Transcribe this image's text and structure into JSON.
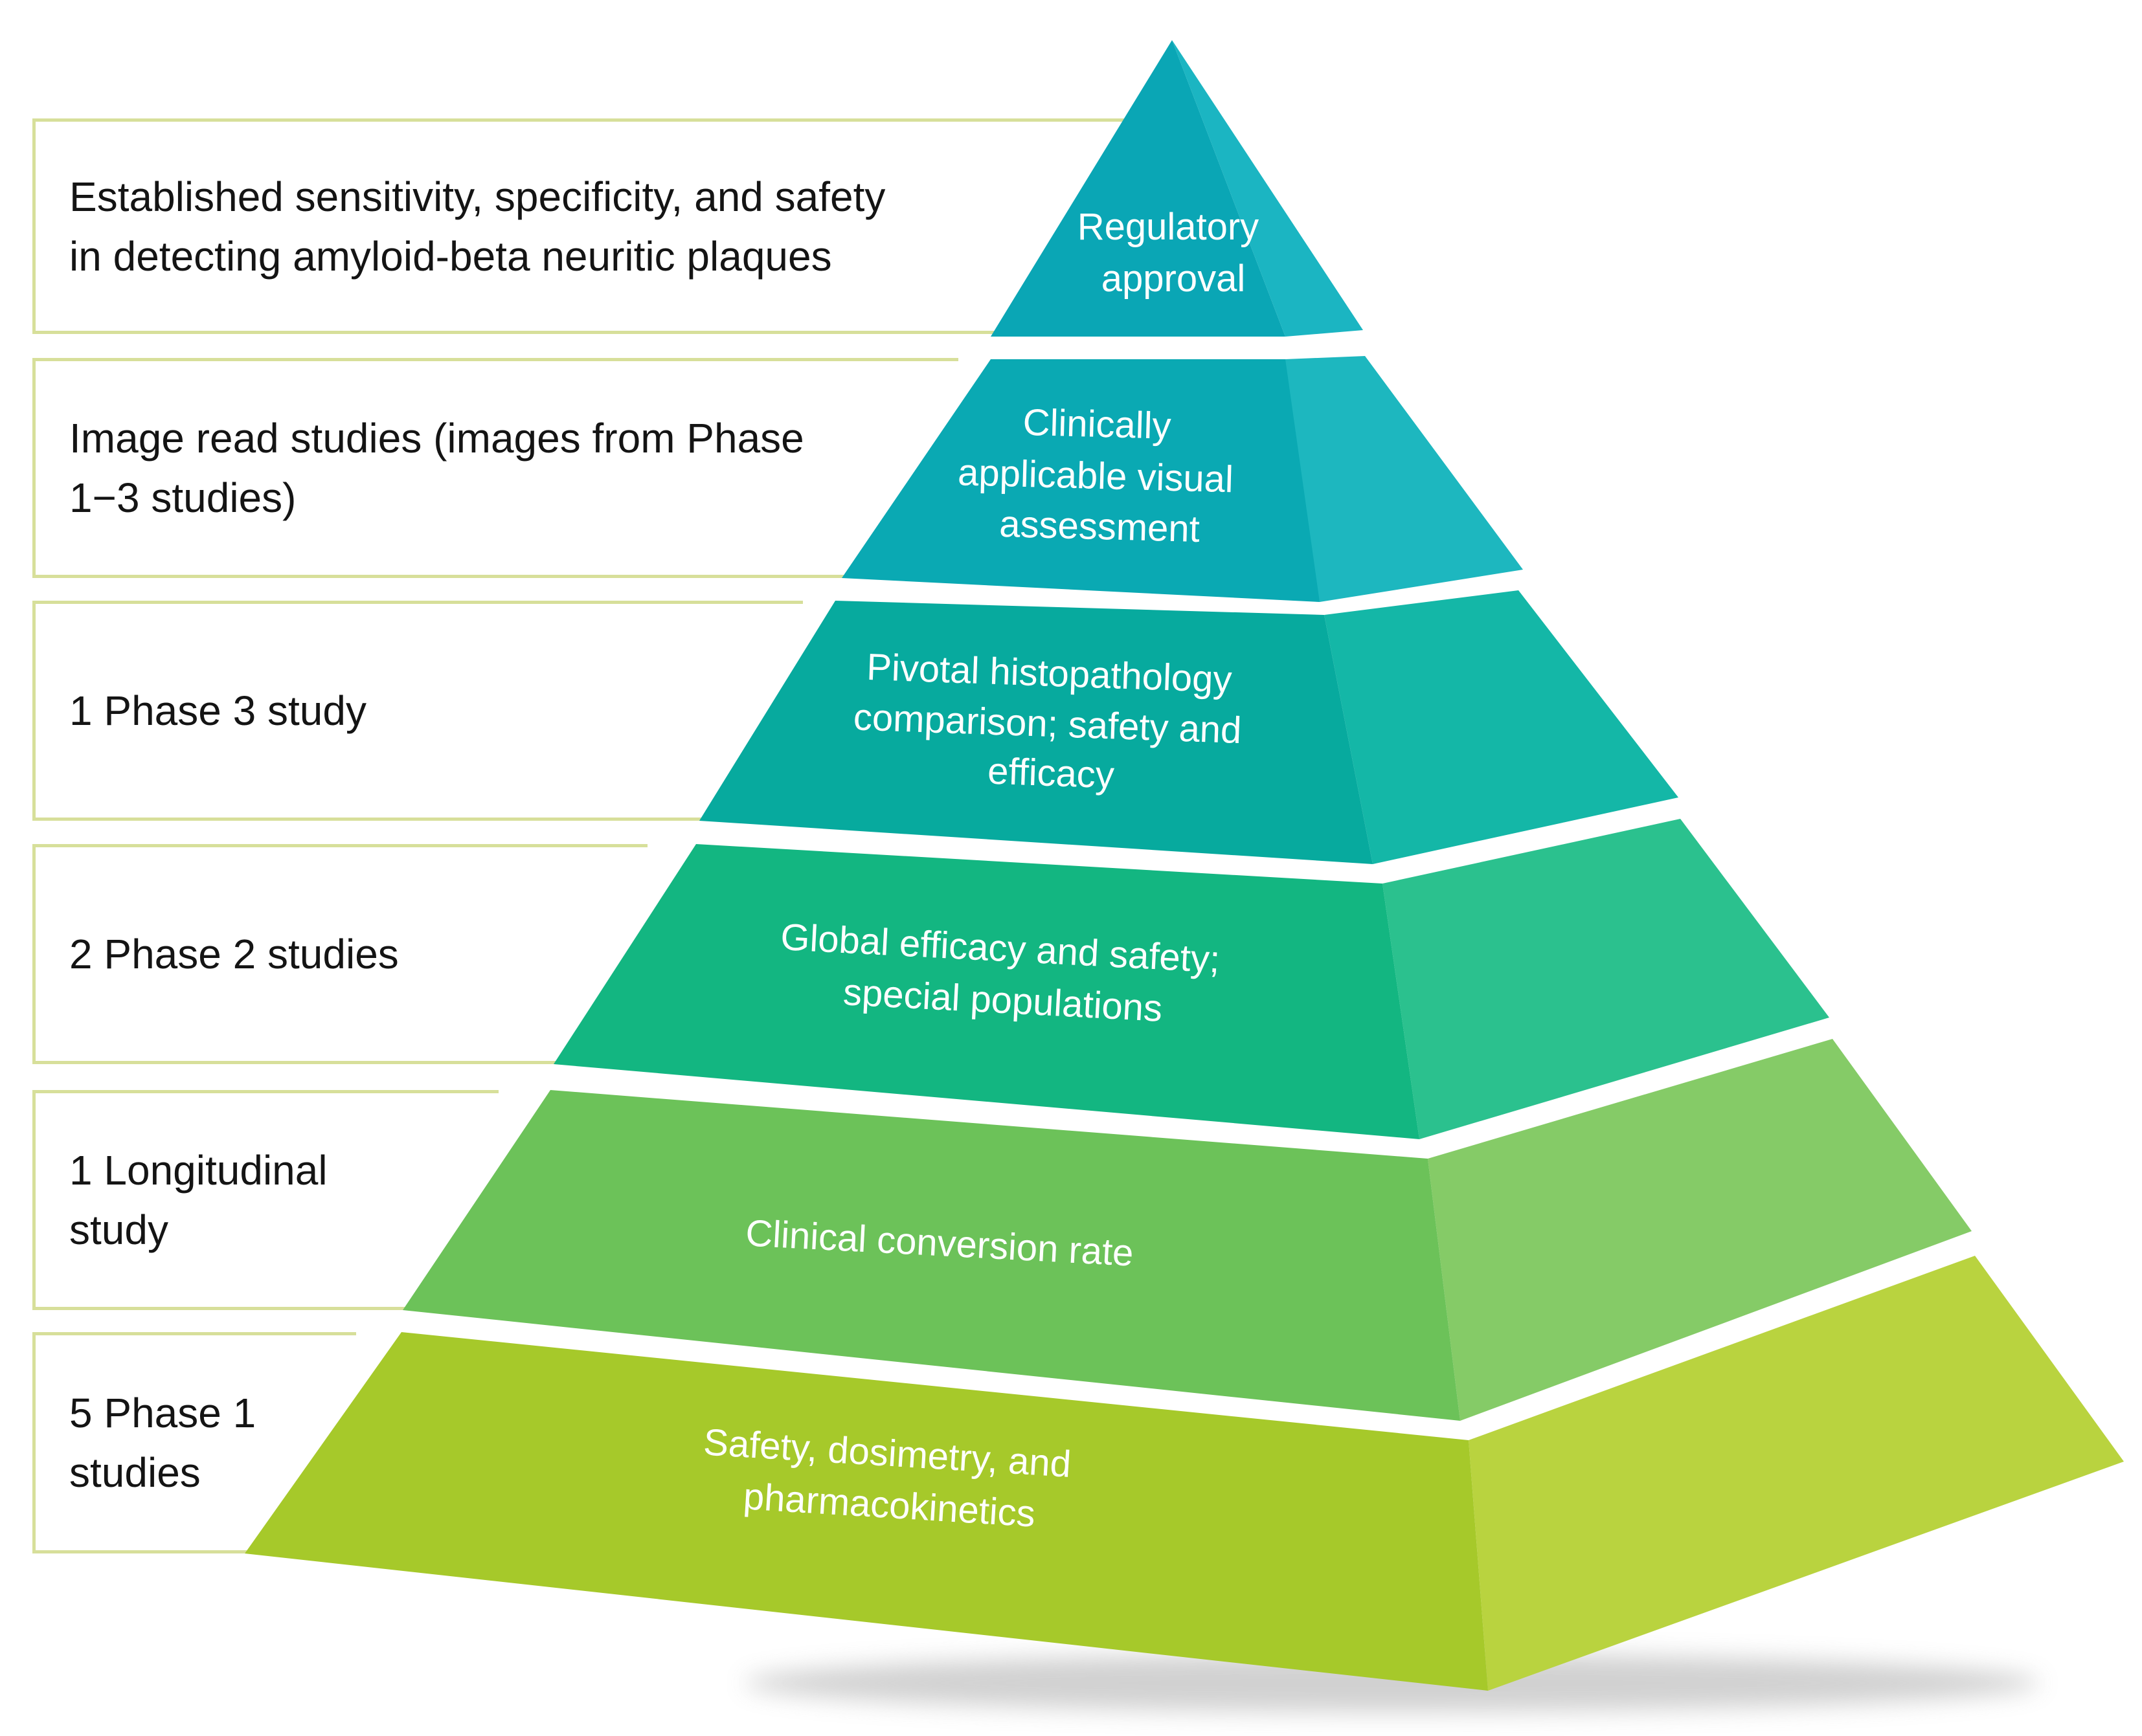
{
  "pyramid": {
    "tiers": [
      {
        "lines": [
          "Regulatory",
          "approval"
        ],
        "side_text": "Established sensitivity, specificity, and safety\nin detecting amyloid-beta neuritic plaques",
        "front_color": "#0aa6b5",
        "side_color": "#1bb5c2"
      },
      {
        "lines": [
          "Clinically",
          "applicable visual",
          "assessment"
        ],
        "side_text": "Image read studies (images from Phase\n1−3 studies)",
        "front_color": "#0aa9b3",
        "side_color": "#1db7bf"
      },
      {
        "lines": [
          "Pivotal histopathology",
          "comparison; safety and",
          "efficacy"
        ],
        "side_text": "1 Phase 3 study",
        "front_color": "#07aa9e",
        "side_color": "#14b7a7"
      },
      {
        "lines": [
          "Global efficacy and safety;",
          "special populations"
        ],
        "side_text": "2 Phase 2 studies",
        "front_color": "#13b681",
        "side_color": "#2bc18e"
      },
      {
        "lines": [
          "Clinical conversion rate"
        ],
        "side_text": "1 Longitudinal\nstudy",
        "front_color": "#6cc259",
        "side_color": "#85cb67"
      },
      {
        "lines": [
          "Safety, dosimetry, and",
          "pharmacokinetics"
        ],
        "side_text": "5 Phase 1\nstudies",
        "front_color": "#a6c92a",
        "side_color": "#b9d33f"
      }
    ]
  }
}
